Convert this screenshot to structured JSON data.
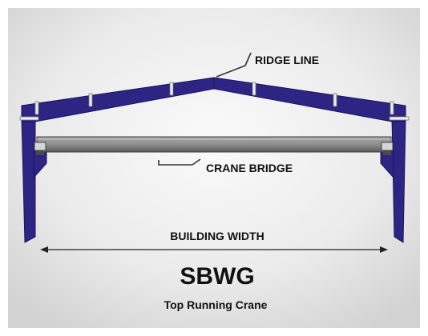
{
  "labels": {
    "ridge_line": "RIDGE LINE",
    "crane_bridge": "CRANE BRIDGE",
    "building_width": "BUILDING WIDTH",
    "title": "SBWG",
    "subtitle": "Top Running Crane"
  },
  "colors": {
    "frame": "#2e2484",
    "frame_outline": "#1a1458",
    "bridge": "#8c8c8c",
    "bridge_dark": "#4a4a4a",
    "purlin": "#ececec",
    "text": "#111111",
    "background_center": "#fafafa",
    "background_edge": "#d2d2d2"
  }
}
